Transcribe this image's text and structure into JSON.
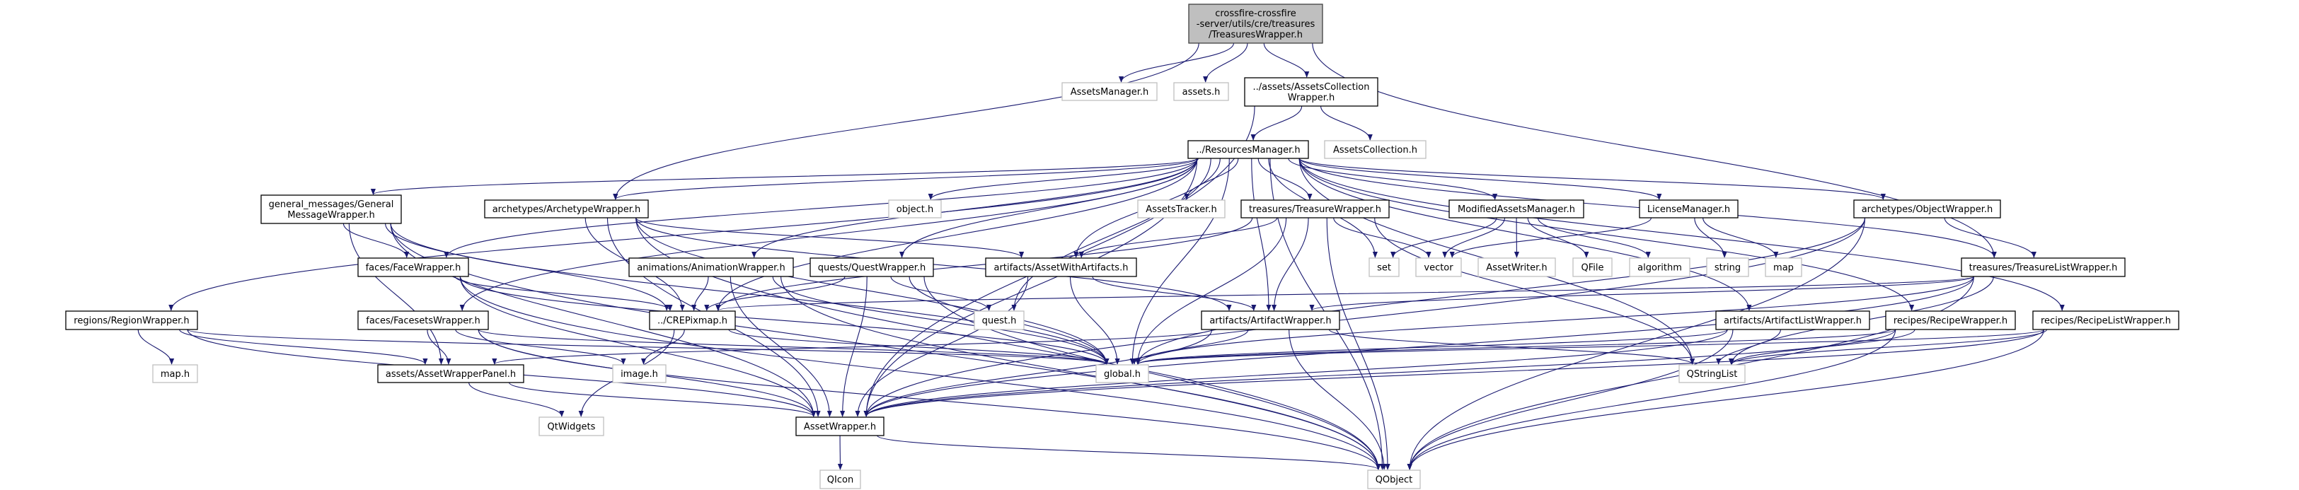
{
  "diagram": {
    "type": "include-dependency-graph",
    "colors": {
      "edge": "#191970",
      "root_fill": "#bfbfbf",
      "external_border": "#bfbfbf",
      "documented_border": "#000000"
    },
    "nodes": [
      {
        "id": "root",
        "lines": [
          "crossfire-crossfire",
          "-server/utils/cre/treasures",
          "/TreasuresWrapper.h"
        ],
        "kind": "root"
      },
      {
        "id": "assetsmanager",
        "lines": [
          "AssetsManager.h"
        ],
        "kind": "external"
      },
      {
        "id": "assets",
        "lines": [
          "assets.h"
        ],
        "kind": "external"
      },
      {
        "id": "acw",
        "lines": [
          "../assets/AssetsCollection",
          "Wrapper.h"
        ],
        "kind": "documented"
      },
      {
        "id": "rm",
        "lines": [
          "../ResourcesManager.h"
        ],
        "kind": "documented"
      },
      {
        "id": "assetscollection",
        "lines": [
          "AssetsCollection.h"
        ],
        "kind": "external"
      },
      {
        "id": "gmw",
        "lines": [
          "general_messages/General",
          "MessageWrapper.h"
        ],
        "kind": "documented"
      },
      {
        "id": "archw",
        "lines": [
          "archetypes/ArchetypeWrapper.h"
        ],
        "kind": "documented"
      },
      {
        "id": "objecth",
        "lines": [
          "object.h"
        ],
        "kind": "external"
      },
      {
        "id": "tracker",
        "lines": [
          "AssetsTracker.h"
        ],
        "kind": "external"
      },
      {
        "id": "tw",
        "lines": [
          "treasures/TreasureWrapper.h"
        ],
        "kind": "documented"
      },
      {
        "id": "mam",
        "lines": [
          "ModifiedAssetsManager.h"
        ],
        "kind": "documented"
      },
      {
        "id": "lm",
        "lines": [
          "LicenseManager.h"
        ],
        "kind": "documented"
      },
      {
        "id": "ow",
        "lines": [
          "archetypes/ObjectWrapper.h"
        ],
        "kind": "documented"
      },
      {
        "id": "fw",
        "lines": [
          "faces/FaceWrapper.h"
        ],
        "kind": "documented"
      },
      {
        "id": "aw_anim",
        "lines": [
          "animations/AnimationWrapper.h"
        ],
        "kind": "documented"
      },
      {
        "id": "qw",
        "lines": [
          "quests/QuestWrapper.h"
        ],
        "kind": "documented"
      },
      {
        "id": "awa",
        "lines": [
          "artifacts/AssetWithArtifacts.h"
        ],
        "kind": "documented"
      },
      {
        "id": "set",
        "lines": [
          "set"
        ],
        "kind": "external"
      },
      {
        "id": "vector",
        "lines": [
          "vector"
        ],
        "kind": "external"
      },
      {
        "id": "writer",
        "lines": [
          "AssetWriter.h"
        ],
        "kind": "external"
      },
      {
        "id": "qfile",
        "lines": [
          "QFile"
        ],
        "kind": "external"
      },
      {
        "id": "algorithm",
        "lines": [
          "algorithm"
        ],
        "kind": "external"
      },
      {
        "id": "string",
        "lines": [
          "string"
        ],
        "kind": "external"
      },
      {
        "id": "map",
        "lines": [
          "map"
        ],
        "kind": "external"
      },
      {
        "id": "tlw",
        "lines": [
          "treasures/TreasureListWrapper.h"
        ],
        "kind": "documented"
      },
      {
        "id": "rw",
        "lines": [
          "regions/RegionWrapper.h"
        ],
        "kind": "documented"
      },
      {
        "id": "fsw",
        "lines": [
          "faces/FacesetsWrapper.h"
        ],
        "kind": "documented"
      },
      {
        "id": "crep",
        "lines": [
          "../CREPixmap.h"
        ],
        "kind": "documented"
      },
      {
        "id": "questh",
        "lines": [
          "quest.h"
        ],
        "kind": "external"
      },
      {
        "id": "artw",
        "lines": [
          "artifacts/ArtifactWrapper.h"
        ],
        "kind": "documented"
      },
      {
        "id": "alw",
        "lines": [
          "artifacts/ArtifactListWrapper.h"
        ],
        "kind": "documented"
      },
      {
        "id": "recw",
        "lines": [
          "recipes/RecipeWrapper.h"
        ],
        "kind": "documented"
      },
      {
        "id": "rlw",
        "lines": [
          "recipes/RecipeListWrapper.h"
        ],
        "kind": "documented"
      },
      {
        "id": "maph",
        "lines": [
          "map.h"
        ],
        "kind": "external"
      },
      {
        "id": "awp",
        "lines": [
          "assets/AssetWrapperPanel.h"
        ],
        "kind": "documented"
      },
      {
        "id": "imageh",
        "lines": [
          "image.h"
        ],
        "kind": "external"
      },
      {
        "id": "global",
        "lines": [
          "global.h"
        ],
        "kind": "external"
      },
      {
        "id": "qsl",
        "lines": [
          "QStringList"
        ],
        "kind": "external"
      },
      {
        "id": "qtw",
        "lines": [
          "QtWidgets"
        ],
        "kind": "external"
      },
      {
        "id": "assetw",
        "lines": [
          "AssetWrapper.h"
        ],
        "kind": "documented"
      },
      {
        "id": "qicon",
        "lines": [
          "QIcon"
        ],
        "kind": "external"
      },
      {
        "id": "qobject",
        "lines": [
          "QObject"
        ],
        "kind": "external"
      }
    ],
    "edges": [
      [
        "root",
        "assetsmanager"
      ],
      [
        "root",
        "assets"
      ],
      [
        "root",
        "acw"
      ],
      [
        "root",
        "archw"
      ],
      [
        "root",
        "tlw"
      ],
      [
        "acw",
        "rm"
      ],
      [
        "acw",
        "assetscollection"
      ],
      [
        "acw",
        "assetw"
      ],
      [
        "rm",
        "gmw"
      ],
      [
        "rm",
        "archw"
      ],
      [
        "rm",
        "fw"
      ],
      [
        "rm",
        "fsw"
      ],
      [
        "rm",
        "rw"
      ],
      [
        "rm",
        "aw_anim"
      ],
      [
        "rm",
        "qw"
      ],
      [
        "rm",
        "objecth"
      ],
      [
        "rm",
        "tracker"
      ],
      [
        "rm",
        "tw"
      ],
      [
        "rm",
        "mam"
      ],
      [
        "rm",
        "lm"
      ],
      [
        "rm",
        "ow"
      ],
      [
        "rm",
        "tlw"
      ],
      [
        "rm",
        "alw"
      ],
      [
        "rm",
        "recw"
      ],
      [
        "rm",
        "rlw"
      ],
      [
        "rm",
        "artw"
      ],
      [
        "rm",
        "questh"
      ],
      [
        "rm",
        "global"
      ],
      [
        "rm",
        "set"
      ],
      [
        "rm",
        "assetw"
      ],
      [
        "rm",
        "qobject"
      ],
      [
        "rm",
        "crep"
      ],
      [
        "rm",
        "awa"
      ],
      [
        "rm",
        "qsl"
      ],
      [
        "gmw",
        "fw"
      ],
      [
        "gmw",
        "crep"
      ],
      [
        "gmw",
        "awp"
      ],
      [
        "gmw",
        "assetw"
      ],
      [
        "gmw",
        "qobject"
      ],
      [
        "gmw",
        "global"
      ],
      [
        "archw",
        "crep"
      ],
      [
        "archw",
        "awa"
      ],
      [
        "archw",
        "artw"
      ],
      [
        "archw",
        "global"
      ],
      [
        "archw",
        "assetw"
      ],
      [
        "archw",
        "qobject"
      ],
      [
        "fw",
        "crep"
      ],
      [
        "fw",
        "global"
      ],
      [
        "fw",
        "assetw"
      ],
      [
        "fw",
        "qobject"
      ],
      [
        "fsw",
        "awp"
      ],
      [
        "fsw",
        "imageh"
      ],
      [
        "fsw",
        "global"
      ],
      [
        "fsw",
        "assetw"
      ],
      [
        "fsw",
        "qobject"
      ],
      [
        "rw",
        "maph"
      ],
      [
        "rw",
        "awp"
      ],
      [
        "rw",
        "global"
      ],
      [
        "rw",
        "assetw"
      ],
      [
        "crep",
        "imageh"
      ],
      [
        "crep",
        "qtw"
      ],
      [
        "crep",
        "global"
      ],
      [
        "awp",
        "qtw"
      ],
      [
        "awp",
        "assetw"
      ],
      [
        "aw_anim",
        "crep"
      ],
      [
        "aw_anim",
        "global"
      ],
      [
        "aw_anim",
        "assetw"
      ],
      [
        "aw_anim",
        "qobject"
      ],
      [
        "qw",
        "crep"
      ],
      [
        "qw",
        "questh"
      ],
      [
        "qw",
        "global"
      ],
      [
        "qw",
        "assetw"
      ],
      [
        "qw",
        "qobject"
      ],
      [
        "awa",
        "artw"
      ],
      [
        "awa",
        "global"
      ],
      [
        "awa",
        "assetw"
      ],
      [
        "tw",
        "awa"
      ],
      [
        "tw",
        "artw"
      ],
      [
        "tw",
        "global"
      ],
      [
        "tw",
        "vector"
      ],
      [
        "tw",
        "qobject"
      ],
      [
        "tw",
        "qsl"
      ],
      [
        "tw",
        "crep"
      ],
      [
        "mam",
        "set"
      ],
      [
        "mam",
        "vector"
      ],
      [
        "mam",
        "writer"
      ],
      [
        "mam",
        "qfile"
      ],
      [
        "mam",
        "algorithm"
      ],
      [
        "lm",
        "vector"
      ],
      [
        "lm",
        "string"
      ],
      [
        "lm",
        "map"
      ],
      [
        "ow",
        "tlw"
      ],
      [
        "ow",
        "global"
      ],
      [
        "ow",
        "assetw"
      ],
      [
        "ow",
        "qobject"
      ],
      [
        "tlw",
        "global"
      ],
      [
        "tlw",
        "assetw"
      ],
      [
        "tlw",
        "crep"
      ],
      [
        "tlw",
        "artw"
      ],
      [
        "tlw",
        "qsl"
      ],
      [
        "tlw",
        "qobject"
      ],
      [
        "artw",
        "global"
      ],
      [
        "artw",
        "assetw"
      ],
      [
        "artw",
        "qobject"
      ],
      [
        "artw",
        "qsl"
      ],
      [
        "artw",
        "awp"
      ],
      [
        "alw",
        "qsl"
      ],
      [
        "alw",
        "global"
      ],
      [
        "alw",
        "assetw"
      ],
      [
        "alw",
        "qobject"
      ],
      [
        "recw",
        "qsl"
      ],
      [
        "recw",
        "global"
      ],
      [
        "recw",
        "assetw"
      ],
      [
        "recw",
        "qobject"
      ],
      [
        "rlw",
        "qsl"
      ],
      [
        "rlw",
        "global"
      ],
      [
        "rlw",
        "assetw"
      ],
      [
        "rlw",
        "qobject"
      ],
      [
        "assetw",
        "qicon"
      ],
      [
        "assetw",
        "qobject"
      ]
    ]
  }
}
